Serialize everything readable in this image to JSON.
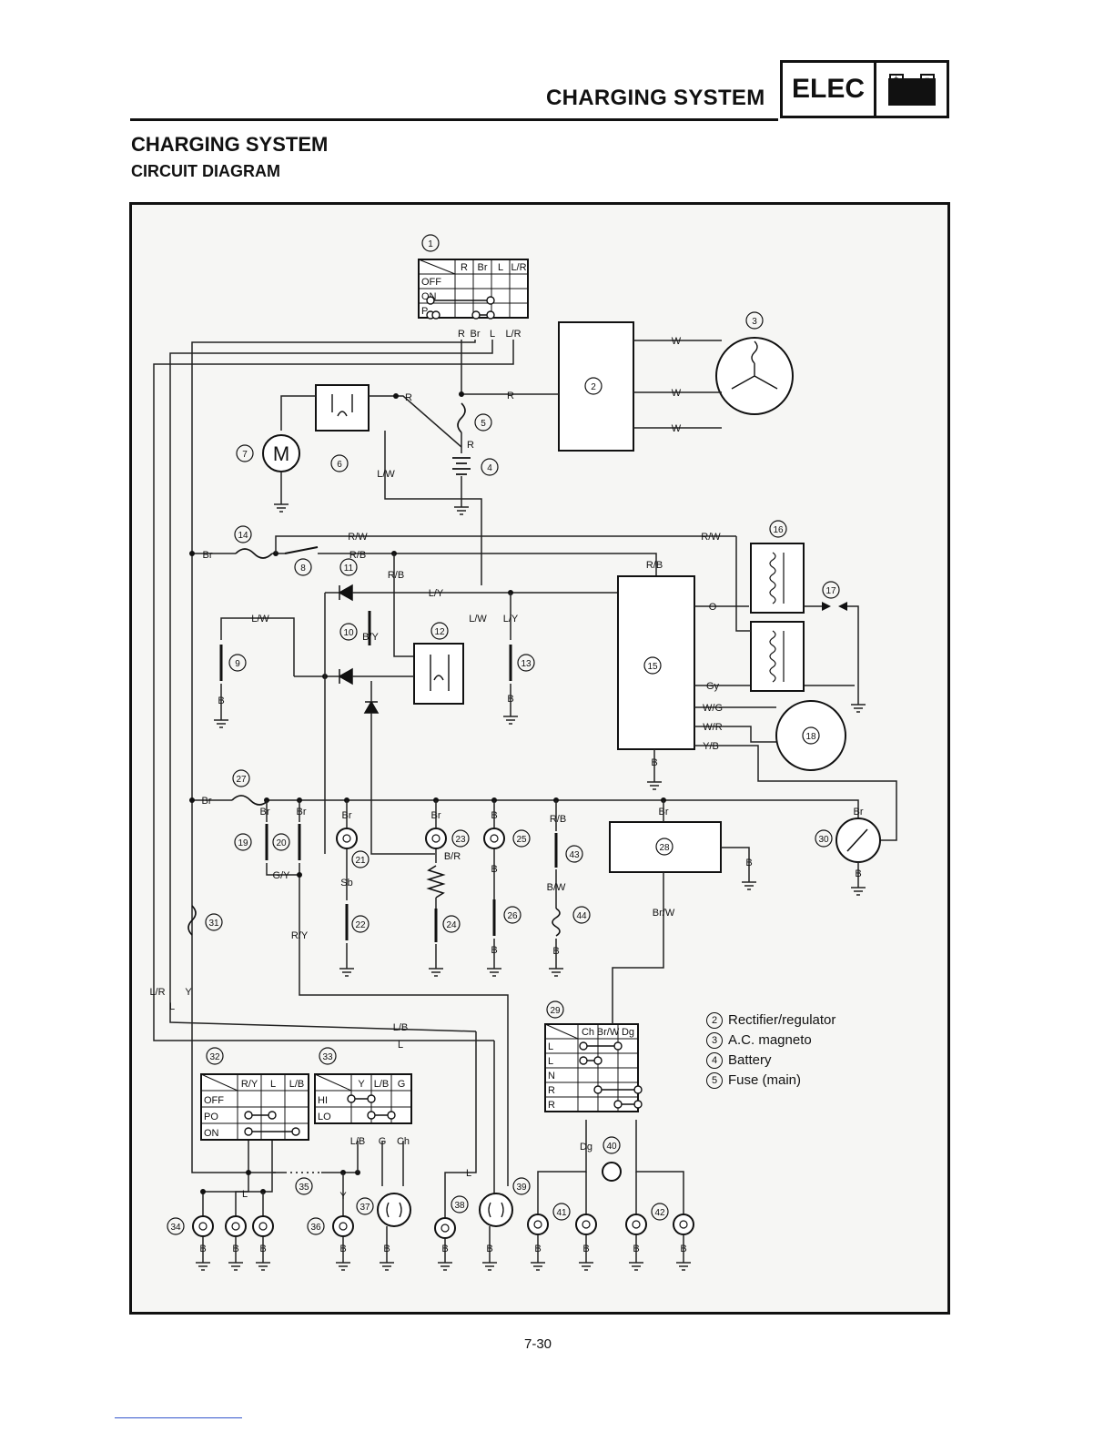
{
  "header": {
    "section": "CHARGING SYSTEM",
    "tab": "ELEC",
    "tab_icon": "battery-icon"
  },
  "page": {
    "title": "CHARGING SYSTEM",
    "subtitle": "CIRCUIT DIAGRAM",
    "number": "7-30"
  },
  "switches": {
    "main": {
      "callout": "1",
      "columns": [
        "R",
        "Br",
        "L",
        "L/R"
      ],
      "rows": [
        "OFF",
        "ON",
        "P"
      ]
    },
    "dimmer": {
      "callout": "32",
      "columns": [
        "R/Y",
        "L",
        "L/B"
      ],
      "rows": [
        "OFF",
        "PO",
        "ON"
      ]
    },
    "light": {
      "callout": "33",
      "columns": [
        "Y",
        "L/B",
        "G"
      ],
      "rows": [
        "HI",
        "LO"
      ]
    },
    "turn": {
      "callout": "29",
      "columns": [
        "Ch",
        "Br/W",
        "Dg"
      ],
      "rows": [
        "L",
        "L",
        "N",
        "R",
        "R"
      ]
    }
  },
  "wire_labels": [
    "R",
    "Br",
    "L",
    "L/R",
    "W",
    "R/W",
    "R/B",
    "L/W",
    "L/Y",
    "B/Y",
    "B",
    "O",
    "Gy",
    "W/G",
    "W/R",
    "Y/B",
    "G/Y",
    "Sb",
    "B/R",
    "B/W",
    "Br/W",
    "R/Y",
    "Y",
    "L/B",
    "G",
    "Ch",
    "Dg"
  ],
  "callouts": [
    "1",
    "2",
    "3",
    "4",
    "5",
    "6",
    "7",
    "8",
    "9",
    "10",
    "11",
    "12",
    "13",
    "14",
    "15",
    "16",
    "17",
    "18",
    "19",
    "20",
    "21",
    "22",
    "23",
    "24",
    "25",
    "26",
    "27",
    "28",
    "29",
    "30",
    "31",
    "32",
    "33",
    "34",
    "35",
    "36",
    "37",
    "38",
    "39",
    "40",
    "41",
    "42",
    "43",
    "44"
  ],
  "component_letters": {
    "motor": "M"
  },
  "legend": [
    {
      "num": "2",
      "label": "Rectifier/regulator"
    },
    {
      "num": "3",
      "label": "A.C. magneto"
    },
    {
      "num": "4",
      "label": "Battery"
    },
    {
      "num": "5",
      "label": "Fuse (main)"
    }
  ]
}
